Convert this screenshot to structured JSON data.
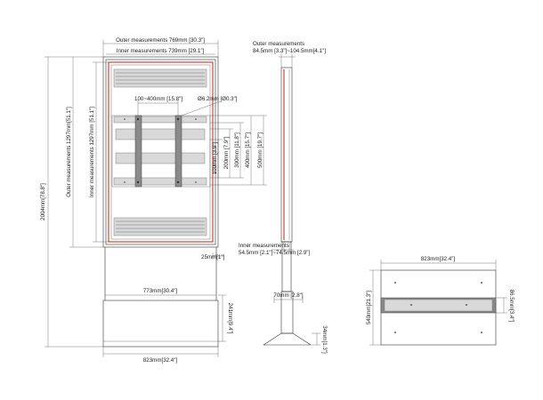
{
  "labels": {
    "outer_width": "Outer measurements  769mm [30.3\"]",
    "inner_width": "Inner measurements  739mm [29.1\"]",
    "outer_height": "Outer measurements  1297mm[51.1\"]",
    "inner_height": "Inner measurements  1297mm [51.1\"]",
    "total_height": "2004mm[78.8\"]",
    "vesa_h": "100~400mm [15.8\"]",
    "bolt": "Ø6.2mm [Ø0.3\"]",
    "vesa_v1": "100mm [3.9\"]",
    "vesa_v2": "200mm [7.9\"]",
    "vesa_v3": "300mm [11.8\"]",
    "vesa_v4": "400mm [15.7\"]",
    "vesa_v5": "500mm [19.7\"]",
    "side_outer_title": "Outer measurements",
    "side_outer_value": "84.5mm [3.3\"]~104.5mm[4.1\"]",
    "side_inner_title": "Inner measurements",
    "side_inner_value": "54.5mm [2.1\"]~74.5mm [2.9\"]",
    "gap": "25mm[1\"]",
    "inner_base": "773mm[30.4\"]",
    "base_height": "241mm[9.4\"]",
    "base_width": "823mm[32.4\"]",
    "pole_width": "70mm [2.8\"]",
    "foot_height": "34mm[1.3\"]",
    "top_width": "823mm[32.4\"]",
    "top_depth": "540mm[21.3\"]",
    "tray_depth": "86.5mm[3.4\"]"
  }
}
